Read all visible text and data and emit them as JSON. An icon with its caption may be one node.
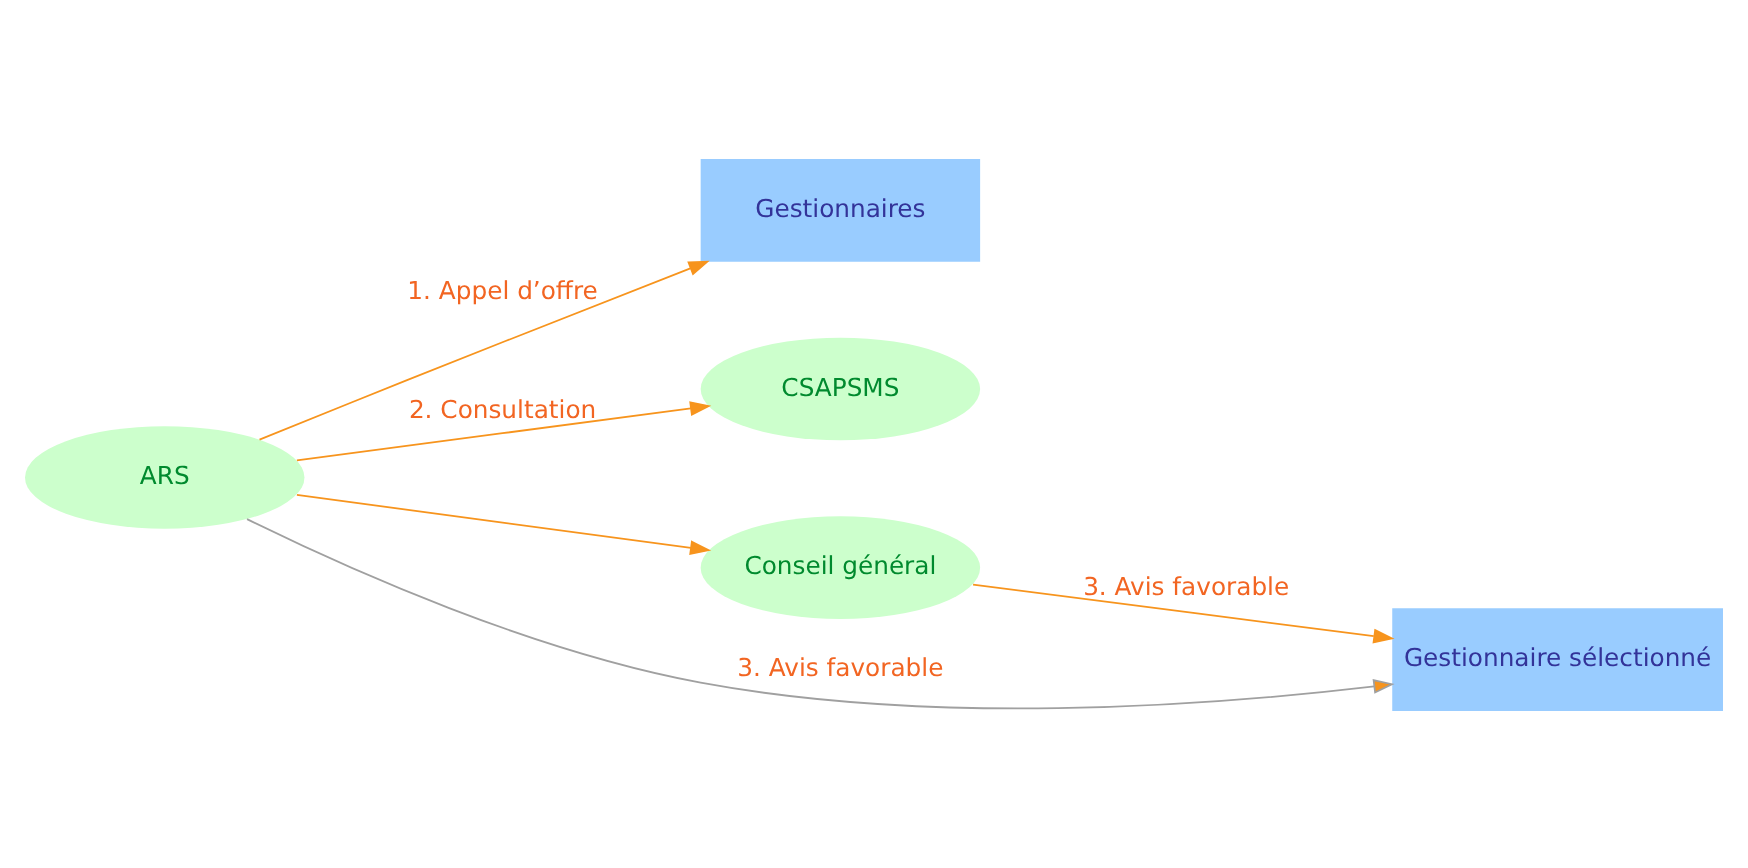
{
  "diagram": {
    "nodes": [
      {
        "text": [
          "Gestionnaires"
        ]
      },
      {
        "text": [
          "ARS"
        ]
      },
      {
        "text": [
          "CSAPSMS"
        ]
      },
      {
        "text": [
          "Conseil général"
        ]
      },
      {
        "text": [
          "Gestionnaire sélectionné"
        ]
      }
    ],
    "edges": [
      {
        "from": 1,
        "to": 0,
        "arrow": "to",
        "label": "1. Appel d’offre"
      },
      {
        "from": 1,
        "to": 2,
        "arrow": "to",
        "label": "2. Consultation"
      },
      {
        "from": 1,
        "to": 3,
        "arrow": "to"
      },
      {
        "from": 1,
        "to": 4,
        "arrow": "to",
        "label": "3. Avis favorable",
        "color": "#a0a0a0"
      },
      {
        "from": 3,
        "to": 4,
        "arrow": "to",
        "label": "3. Avis favorable"
      }
    ]
  }
}
